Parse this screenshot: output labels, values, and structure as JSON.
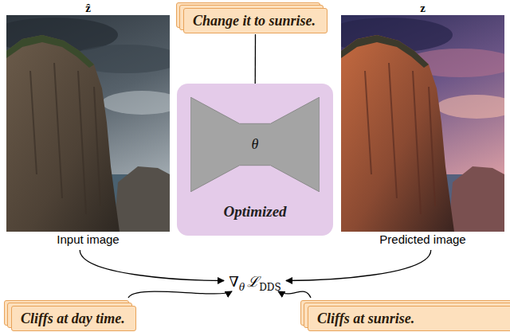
{
  "diagram": {
    "nodes": [
      {
        "text": [
          "Change it to sunrise."
        ]
      },
      {
        "text": [
          "ẑ",
          "Input image"
        ]
      },
      {
        "text": [
          "Optimized"
        ]
      },
      {
        "text": [
          "θ"
        ],
        "in": 2
      },
      {
        "text": [
          "z",
          "Predicted image"
        ]
      },
      {
        "text": [
          "∇",
          "θ",
          "ℒ",
          "DDS"
        ]
      },
      {
        "text": [
          "Cliffs at day time."
        ]
      },
      {
        "text": [
          "Cliffs at sunrise."
        ]
      }
    ],
    "edges": [
      {
        "from": 0,
        "to": 3,
        "arrow": "to"
      },
      {
        "from": 1,
        "to": 5,
        "arrow": "to"
      },
      {
        "from": 4,
        "to": 5,
        "arrow": "to"
      },
      {
        "from": 6,
        "to": 5,
        "arrow": "to"
      },
      {
        "from": 7,
        "to": 5,
        "arrow": "to"
      }
    ]
  }
}
